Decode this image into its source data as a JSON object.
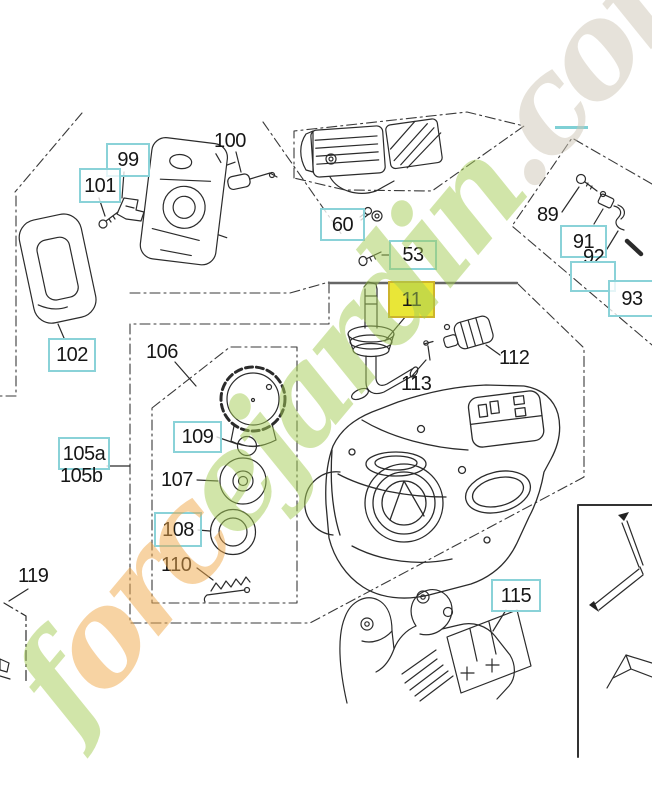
{
  "diagram": {
    "labels": {
      "p11": "11",
      "p53": "53",
      "p60": "60",
      "p89": "89",
      "p91": "91",
      "p92": "92",
      "p93": "93",
      "p99": "99",
      "p100": "100",
      "p101": "101",
      "p102": "102",
      "p105a": "105a",
      "p105b": "105b",
      "p106": "106",
      "p107": "107",
      "p108": "108",
      "p109": "109",
      "p110": "110",
      "p112": "112",
      "p113": "113",
      "p115": "115",
      "p119": "119"
    },
    "colors": {
      "highlight_bg": "#e9e637",
      "highlight_border": "#cdb42c",
      "link_box_border": "#8ad2d8",
      "line": "#2b2b2b"
    }
  },
  "watermark": {
    "part1": "f",
    "part2": "orc",
    "part3": "ejardin",
    "part4": ".com"
  }
}
